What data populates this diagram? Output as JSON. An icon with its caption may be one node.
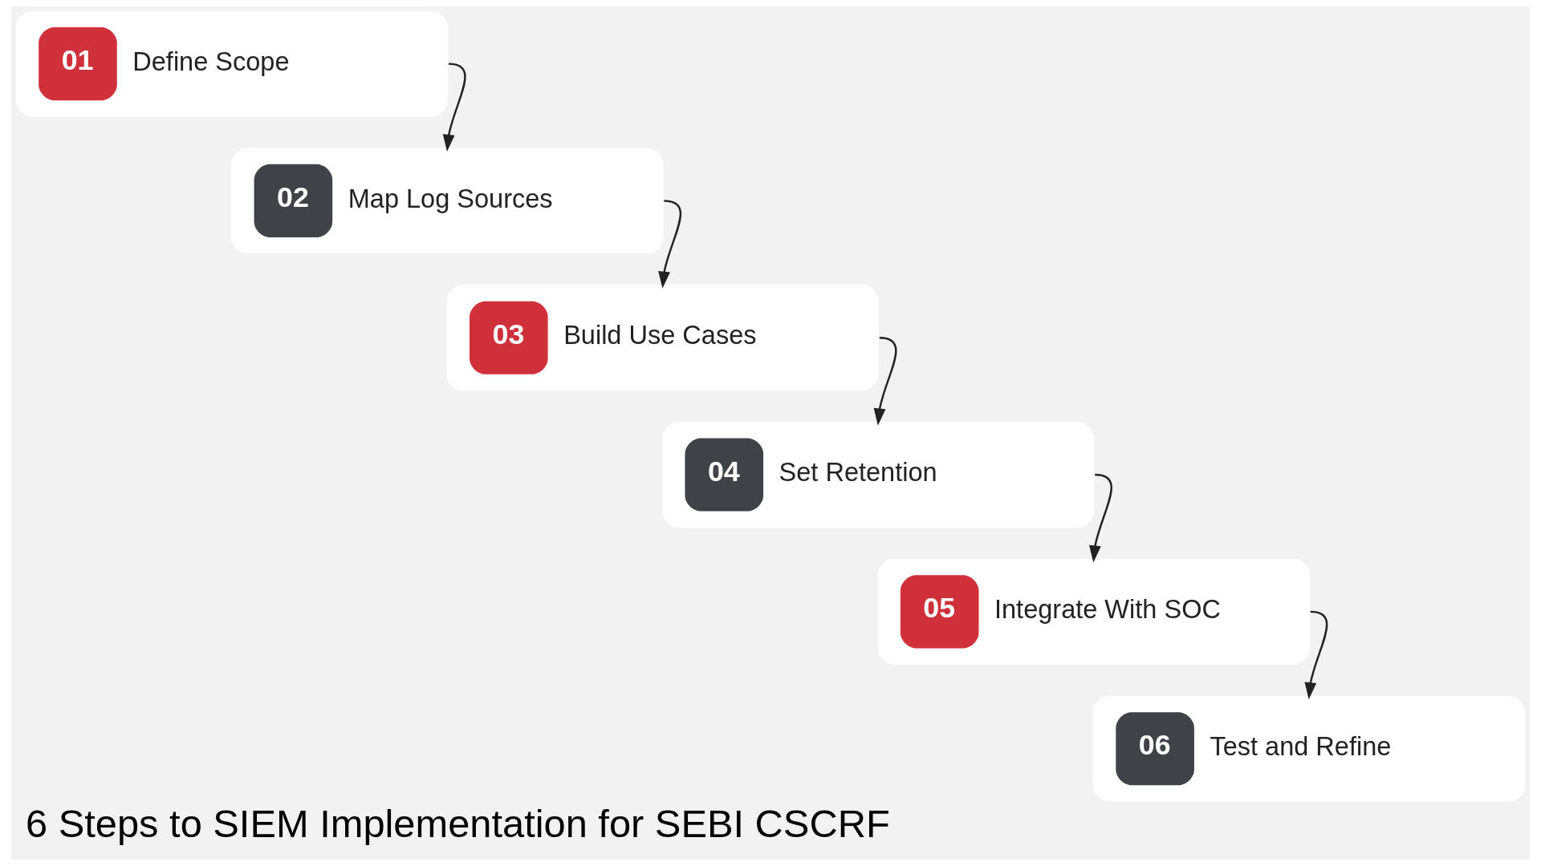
{
  "diagram": {
    "title": "6 Steps to SIEM Implementation for SEBI CSCRF",
    "nodes": [
      {
        "text": [
          "01",
          "Define Scope"
        ]
      },
      {
        "text": [
          "02",
          "Map Log Sources"
        ]
      },
      {
        "text": [
          "03",
          "Build Use Cases"
        ]
      },
      {
        "text": [
          "04",
          "Set Retention"
        ]
      },
      {
        "text": [
          "05",
          "Integrate With SOC"
        ]
      },
      {
        "text": [
          "06",
          "Test and Refine"
        ]
      }
    ],
    "edges": [
      {
        "from": 0,
        "to": 1,
        "arrow": "to"
      },
      {
        "from": 1,
        "to": 2,
        "arrow": "to"
      },
      {
        "from": 2,
        "to": 3,
        "arrow": "to"
      },
      {
        "from": 3,
        "to": 4,
        "arrow": "to"
      },
      {
        "from": 4,
        "to": 5,
        "arrow": "to"
      }
    ]
  }
}
